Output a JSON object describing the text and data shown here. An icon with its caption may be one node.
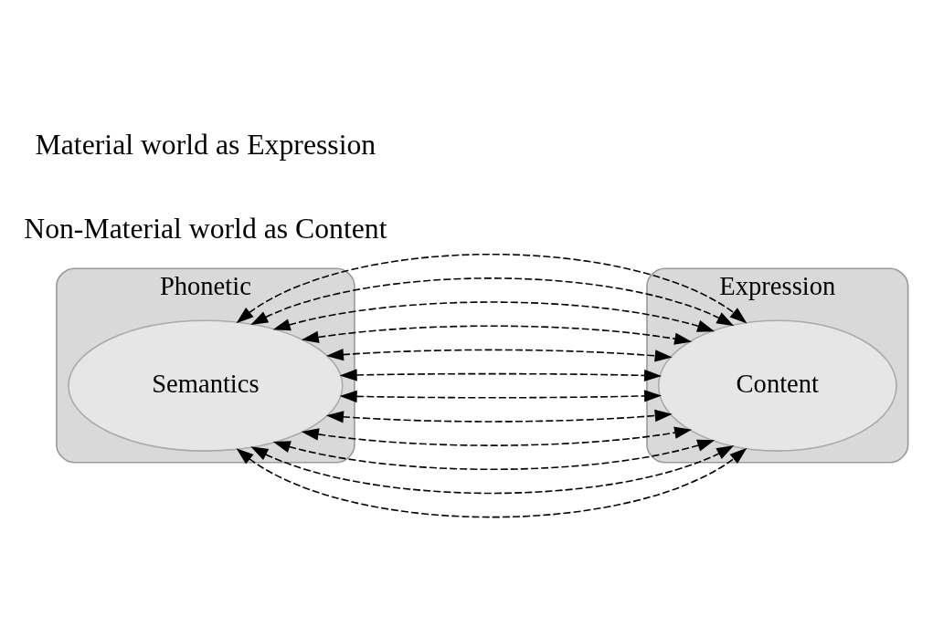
{
  "diagram": {
    "nodes": [
      {
        "text": [
          "Phonetic"
        ]
      },
      {
        "text": [
          "Semantics"
        ],
        "in": 0
      },
      {
        "text": [
          "Expression"
        ]
      },
      {
        "text": [
          "Content"
        ],
        "in": 2
      }
    ],
    "edges": [
      {
        "from": 1,
        "to": 3,
        "arrow": "both",
        "style": "dashed"
      },
      {
        "from": 1,
        "to": 3,
        "arrow": "both",
        "style": "dashed"
      },
      {
        "from": 1,
        "to": 3,
        "arrow": "both",
        "style": "dashed"
      },
      {
        "from": 1,
        "to": 3,
        "arrow": "both",
        "style": "dashed"
      },
      {
        "from": 1,
        "to": 3,
        "arrow": "both",
        "style": "dashed"
      },
      {
        "from": 1,
        "to": 3,
        "arrow": "both",
        "style": "dashed"
      },
      {
        "from": 1,
        "to": 3,
        "arrow": "both",
        "style": "dashed"
      },
      {
        "from": 1,
        "to": 3,
        "arrow": "both",
        "style": "dashed"
      },
      {
        "from": 1,
        "to": 3,
        "arrow": "both",
        "style": "dashed"
      },
      {
        "from": 1,
        "to": 3,
        "arrow": "both",
        "style": "dashed"
      },
      {
        "from": 1,
        "to": 3,
        "arrow": "both",
        "style": "dashed"
      },
      {
        "from": 1,
        "to": 3,
        "arrow": "both",
        "style": "dashed"
      }
    ],
    "labels": [
      "Non-Material world as Content",
      "Material world as Expression"
    ]
  }
}
